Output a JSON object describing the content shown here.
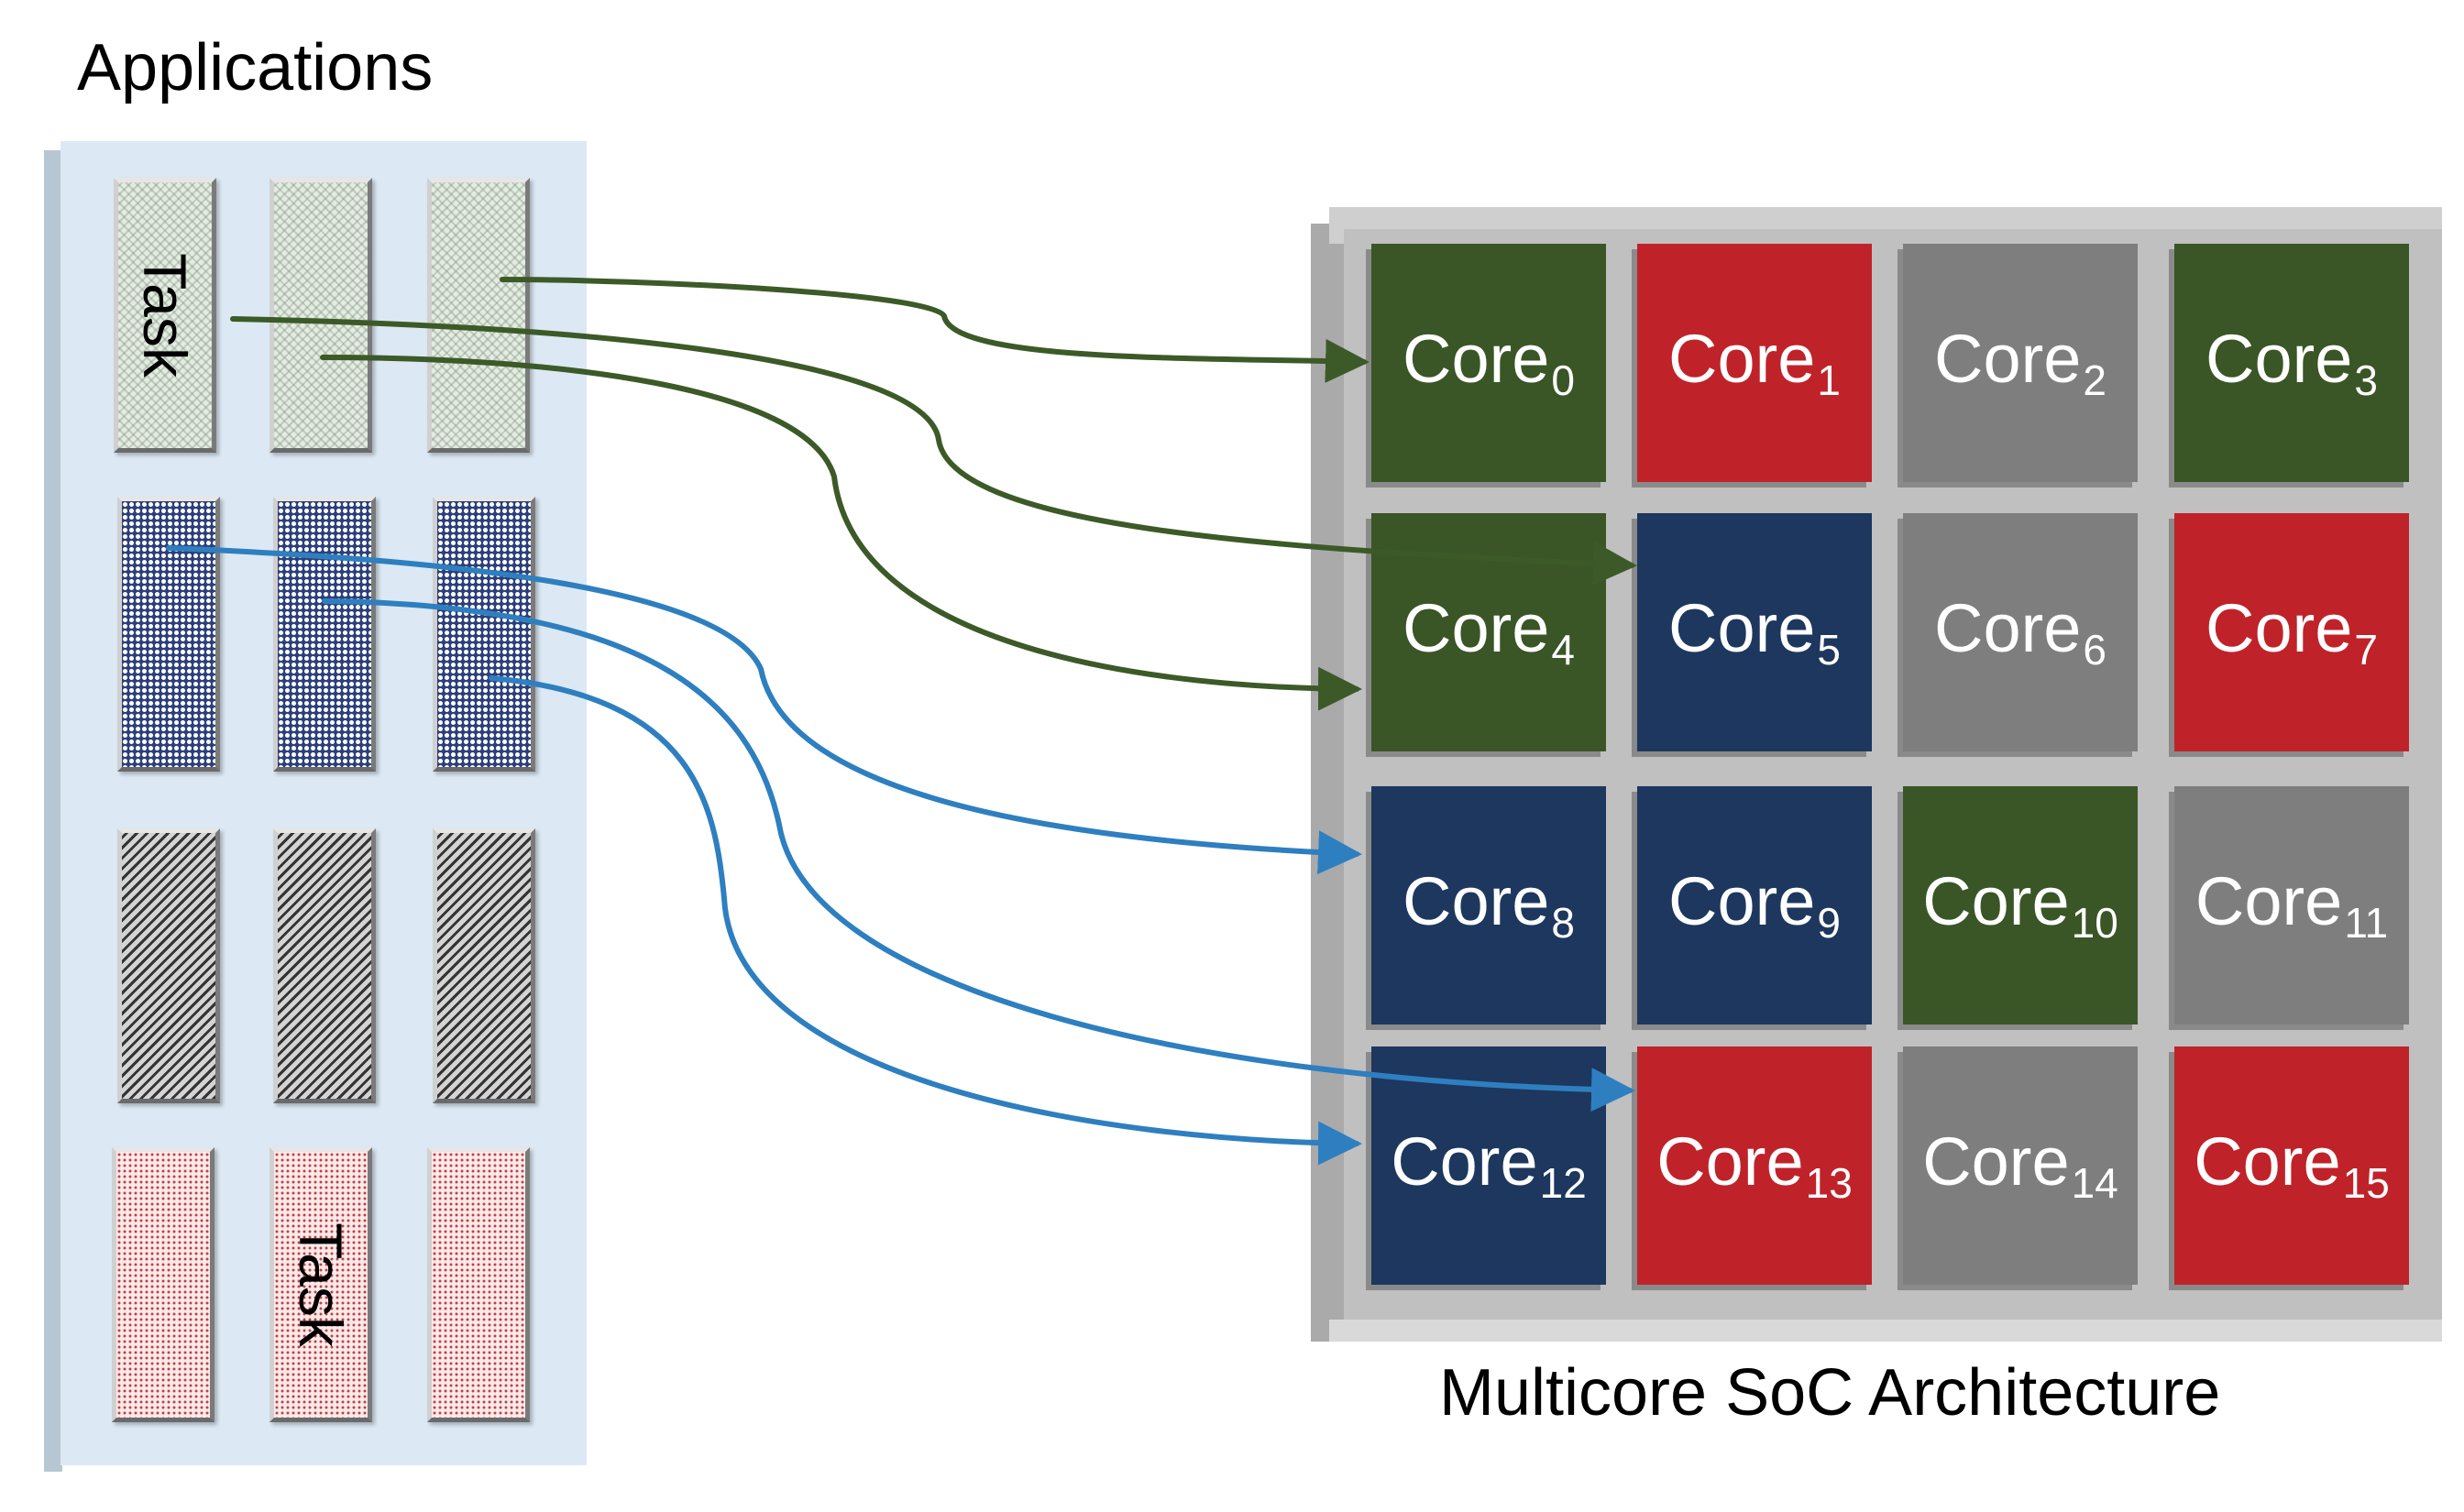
{
  "applications_title": "Applications",
  "soc_title": "Multicore SoC Architecture",
  "task_label": "Task",
  "pattern_groups": [
    {
      "pattern": "green-weave",
      "color": "#e4ece2"
    },
    {
      "pattern": "blue-dots",
      "color": "#2c3f7a"
    },
    {
      "pattern": "gray-stripes",
      "color": "#d4d4d4"
    },
    {
      "pattern": "pink-dots",
      "color": "#f8eaea"
    }
  ],
  "colors": {
    "green": "#3a5526",
    "red": "#c0222a",
    "gray": "#7e7e7e",
    "blue": "#1d375f",
    "arrow_green": "#3c5a28",
    "arrow_blue": "#2e7fc0",
    "panel": "#dce9f4"
  },
  "cores": [
    {
      "name": "Core",
      "sub": "0",
      "color": "green"
    },
    {
      "name": "Core",
      "sub": "1",
      "color": "red"
    },
    {
      "name": "Core",
      "sub": "2",
      "color": "gray"
    },
    {
      "name": "Core",
      "sub": "3",
      "color": "green"
    },
    {
      "name": "Core",
      "sub": "4",
      "color": "green"
    },
    {
      "name": "Core",
      "sub": "5",
      "color": "blue"
    },
    {
      "name": "Core",
      "sub": "6",
      "color": "gray"
    },
    {
      "name": "Core",
      "sub": "7",
      "color": "red"
    },
    {
      "name": "Core",
      "sub": "8",
      "color": "blue"
    },
    {
      "name": "Core",
      "sub": "9",
      "color": "blue"
    },
    {
      "name": "Core",
      "sub": "10",
      "color": "green"
    },
    {
      "name": "Core",
      "sub": "11",
      "color": "gray"
    },
    {
      "name": "Core",
      "sub": "12",
      "color": "blue"
    },
    {
      "name": "Core",
      "sub": "13",
      "color": "red"
    },
    {
      "name": "Core",
      "sub": "14",
      "color": "gray"
    },
    {
      "name": "Core",
      "sub": "15",
      "color": "red"
    }
  ],
  "mappings": [
    {
      "from_task": "green-3",
      "to_core": "0",
      "color": "green"
    },
    {
      "from_task": "green-1",
      "to_core": "5",
      "color": "green"
    },
    {
      "from_task": "green-2",
      "to_core": "4",
      "color": "green"
    },
    {
      "from_task": "blue-1",
      "to_core": "8",
      "color": "blue"
    },
    {
      "from_task": "blue-2",
      "to_core": "13",
      "color": "blue"
    },
    {
      "from_task": "blue-3",
      "to_core": "12",
      "color": "blue"
    }
  ]
}
